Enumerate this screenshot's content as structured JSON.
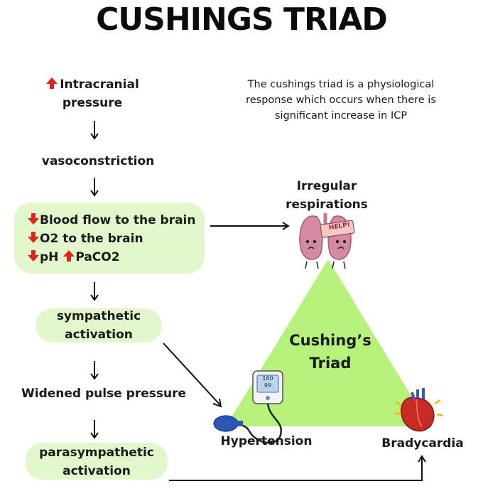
{
  "title": "CUSHINGS TRIAD",
  "description": {
    "line1": "The cushings triad is a physiological",
    "line2": "response which occurs when there is",
    "line3": "significant increase in ICP"
  },
  "flow": {
    "icp_line1": "Intracranial",
    "icp_line2": "pressure",
    "vasoconstriction": "vasoconstriction",
    "box1": {
      "line1": "Blood flow to the  brain",
      "line2": "O2 to the brain",
      "line3a": "pH",
      "line3b": "PaCO2"
    },
    "sympathetic_line1": "sympathetic",
    "sympathetic_line2": "activation",
    "widened": "Widened pulse pressure",
    "parasympathetic_line1": "parasympathetic",
    "parasympathetic_line2": "activation"
  },
  "triangle": {
    "label_line1": "Cushing’s",
    "label_line2": "Triad",
    "top_line1": "Irregular",
    "top_line2": "respirations",
    "left": "Hypertension",
    "right": "Bradycardia"
  },
  "icons": {
    "lungs_sign": "HELP!",
    "bp_top": "160",
    "bp_bottom": "99",
    "lungs": "lungs-icon",
    "bp_monitor": "blood-pressure-monitor-icon",
    "heart": "heart-icon",
    "up": "red-up-arrow-icon",
    "down": "red-down-arrow-icon"
  },
  "colors": {
    "box_fill": "#e3f7cc",
    "triangle_fill": "#b6f27a",
    "arrow_red": "#e02418"
  }
}
